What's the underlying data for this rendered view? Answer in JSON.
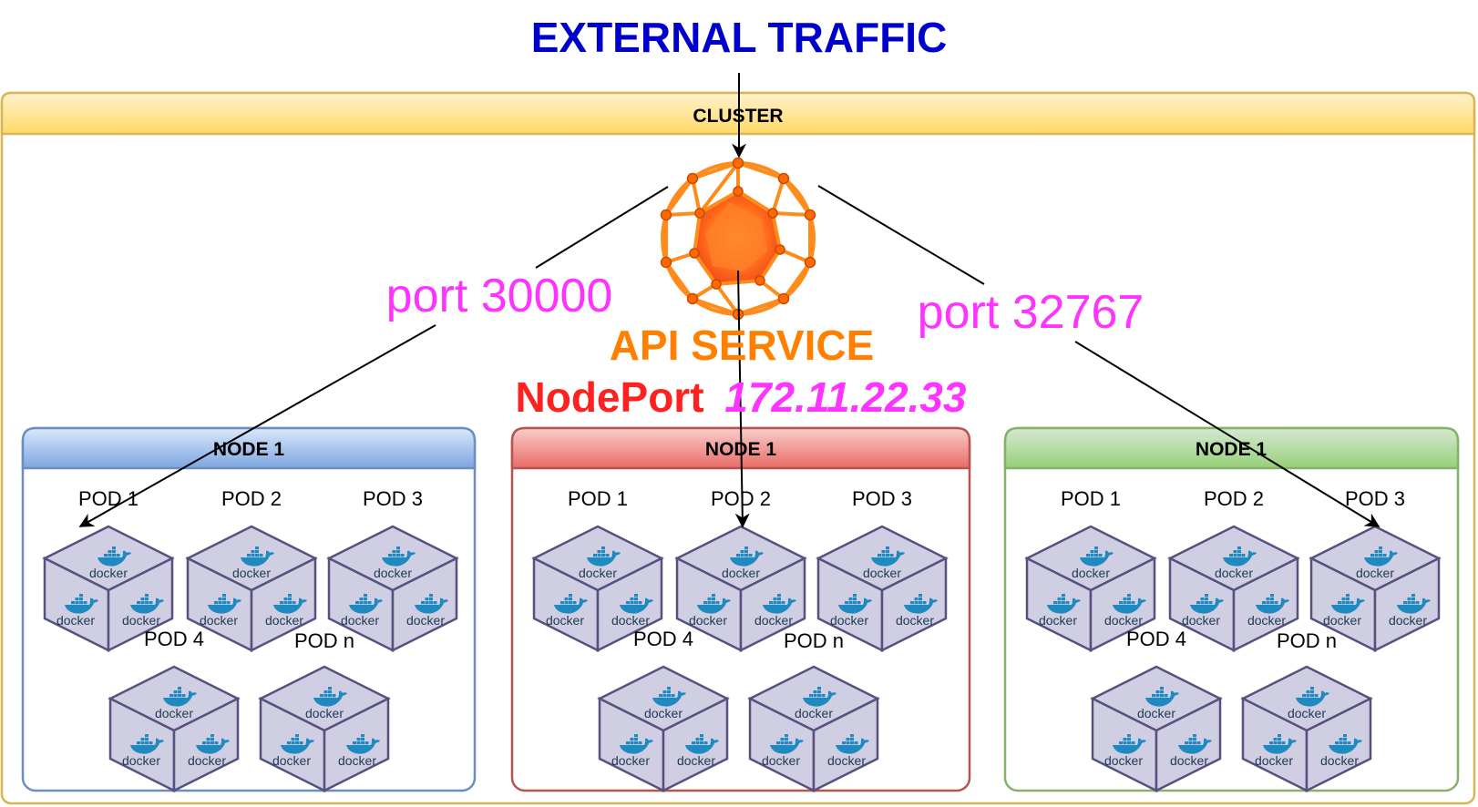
{
  "title": "EXTERNAL TRAFFIC",
  "cluster": {
    "label": "CLUSTER"
  },
  "service": {
    "name": "API SERVICE",
    "type_label": "NodePort",
    "ip": "172.11.22.33",
    "icon": "api-service-icon"
  },
  "ports": {
    "left": "port 30000",
    "right": "port 32767"
  },
  "nodes": [
    {
      "label": "NODE 1",
      "pods": [
        "POD 1",
        "POD 2",
        "POD 3",
        "POD 4",
        "POD n"
      ]
    },
    {
      "label": "NODE 1",
      "pods": [
        "POD 1",
        "POD 2",
        "POD 3",
        "POD 4",
        "POD n"
      ]
    },
    {
      "label": "NODE 1",
      "pods": [
        "POD 1",
        "POD 2",
        "POD 3",
        "POD 4",
        "POD n"
      ]
    }
  ],
  "docker_label": "docker",
  "colors": {
    "title": "#0000cc",
    "api": "#ff8000",
    "nodeport": "#ff2020",
    "ip": "#ff33ff",
    "port": "#ff33ff",
    "cluster_border": "#d6b656",
    "node_blue": "#6c8ebf",
    "node_red": "#b85450",
    "node_green": "#82b366",
    "cube_fill": "#d0cee2",
    "cube_stroke": "#56517e"
  }
}
